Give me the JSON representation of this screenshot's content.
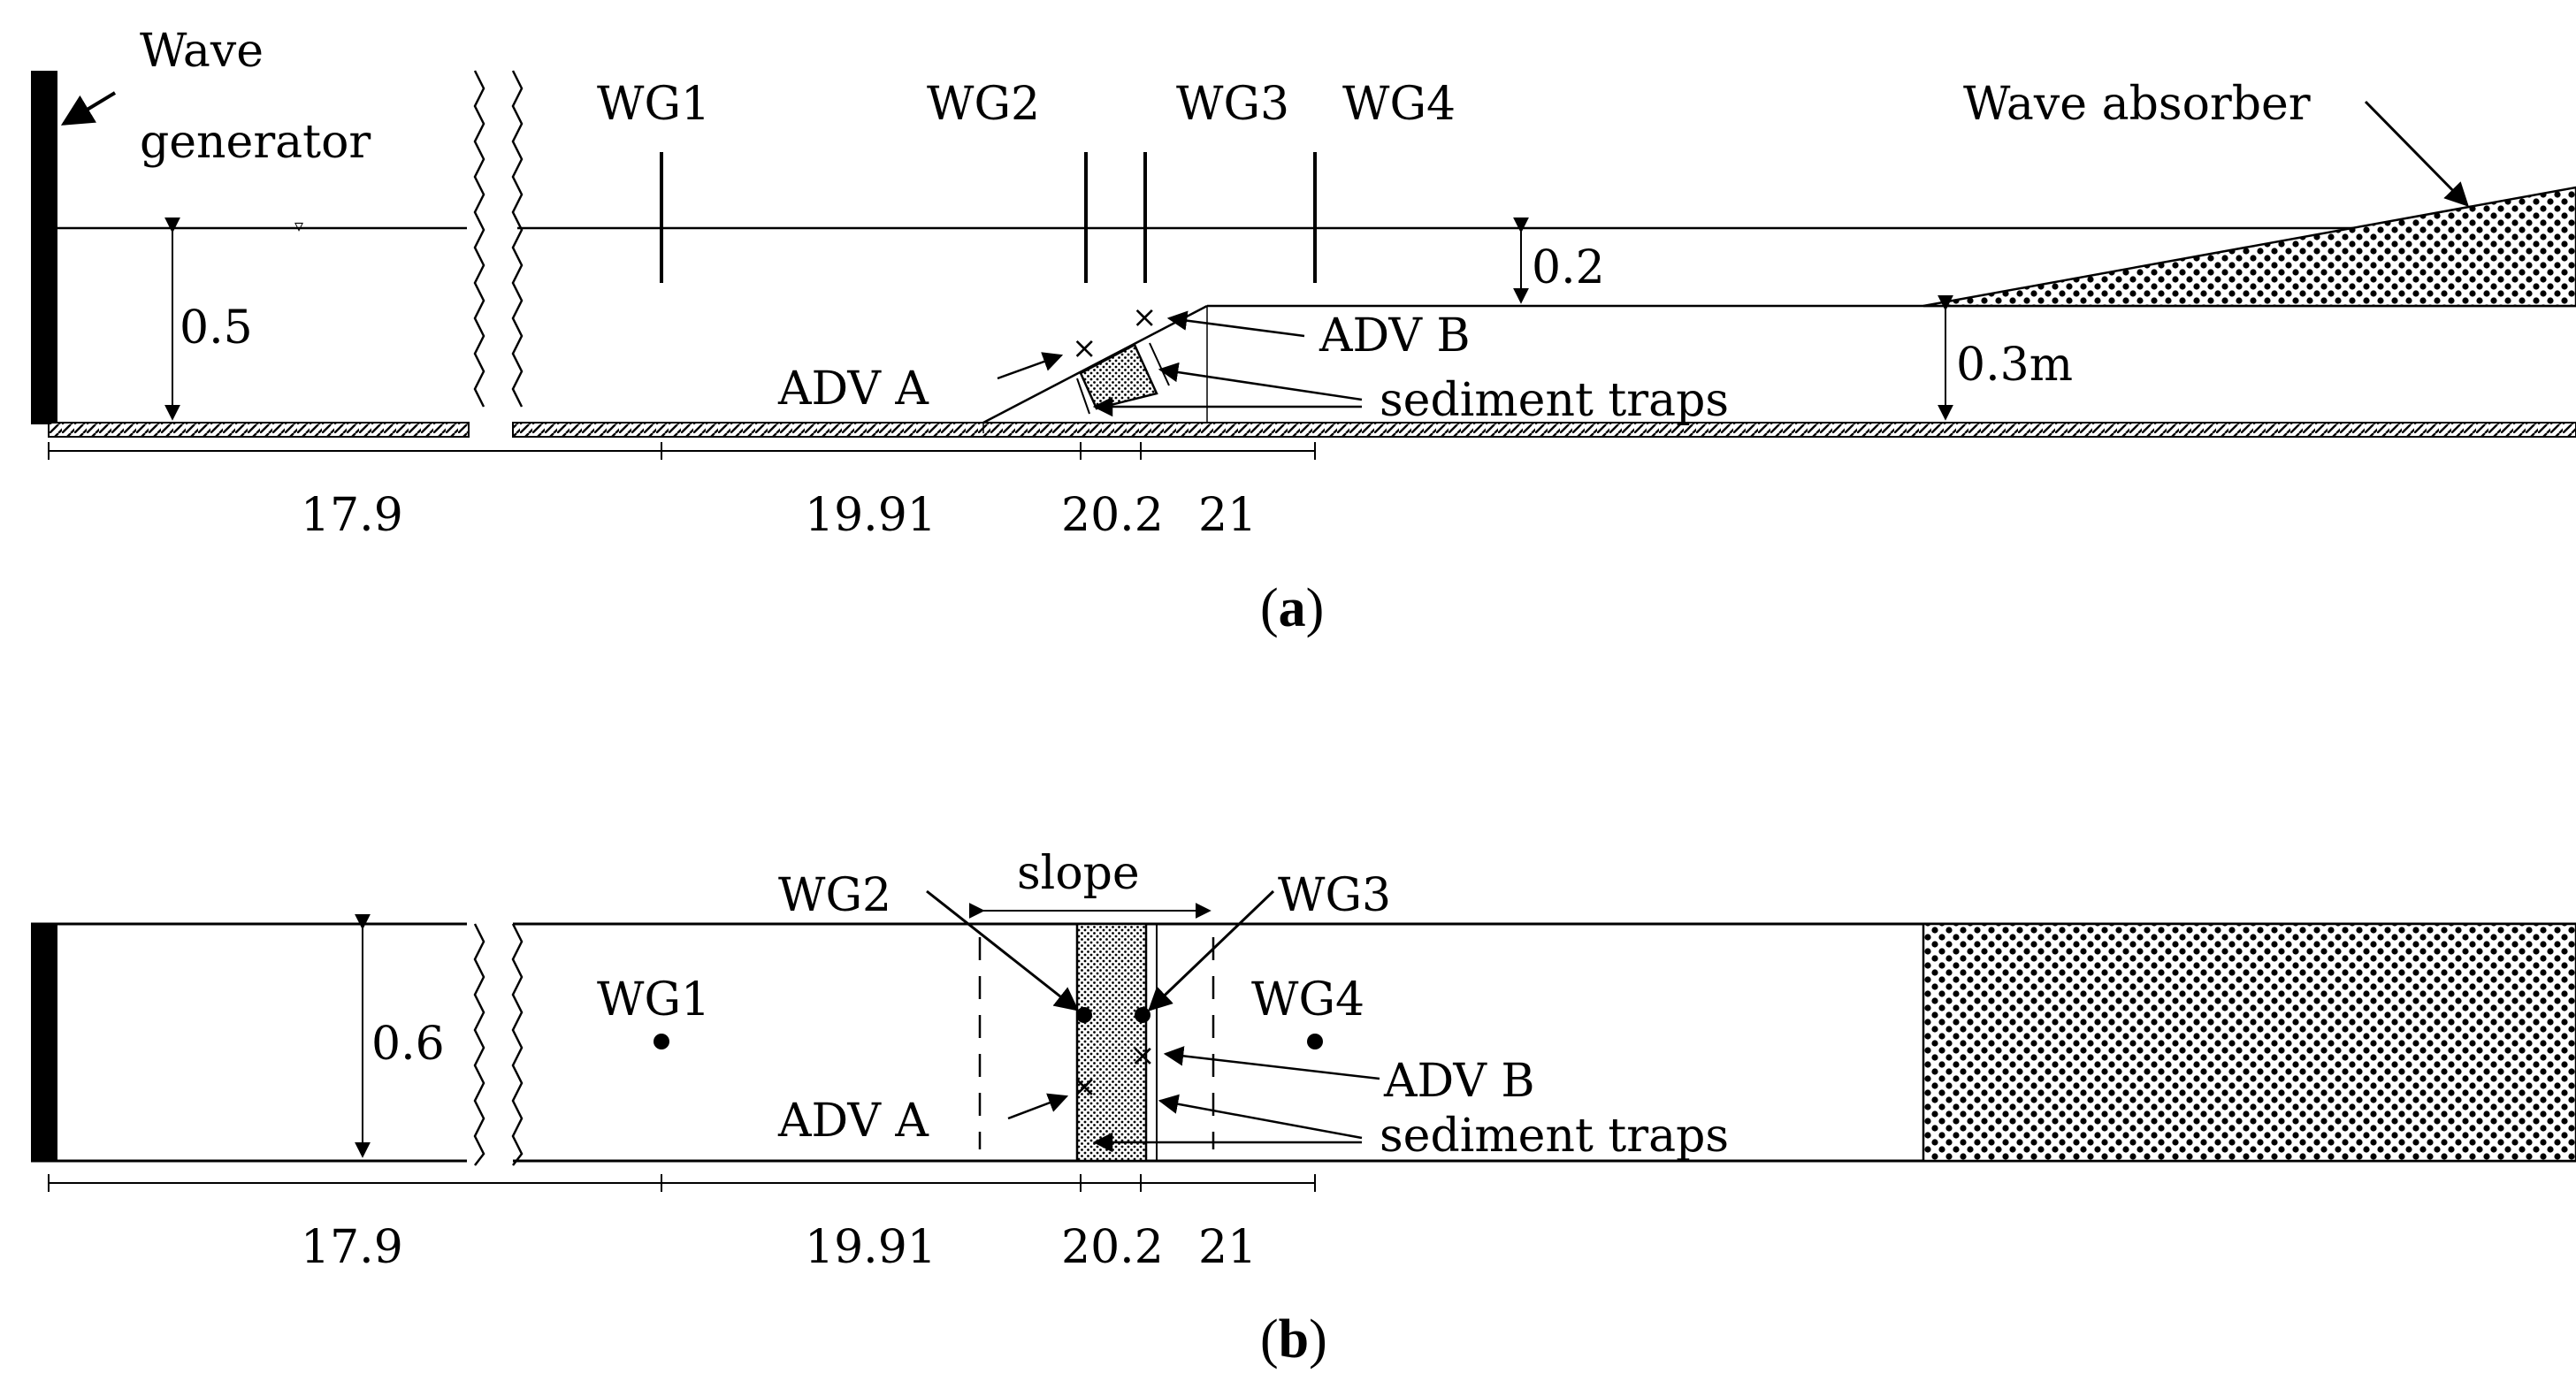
{
  "panel_a": {
    "label_open": "(",
    "label_letter": "a",
    "label_close": ")",
    "wave_generator_line1": "Wave",
    "wave_generator_line2": "generator",
    "wave_absorber": "Wave absorber",
    "water_level_symbol": "▿",
    "gauges": [
      "WG1",
      "WG2",
      "WG3",
      "WG4"
    ],
    "adv_a": "ADV A",
    "adv_b": "ADV B",
    "sediment_traps": "sediment traps",
    "depth_total": "0.5",
    "depth_shelf": "0.2",
    "shelf_height": "0.3m",
    "distances": [
      "17.9",
      "19.91",
      "20.2",
      "21"
    ]
  },
  "panel_b": {
    "label_open": "(",
    "label_letter": "b",
    "label_close": ")",
    "slope": "slope",
    "gauges": [
      "WG1",
      "WG2",
      "WG3",
      "WG4"
    ],
    "adv_a": "ADV A",
    "adv_b": "ADV B",
    "sediment_traps": "sediment traps",
    "width": "0.6",
    "distances": [
      "17.9",
      "19.91",
      "20.2",
      "21"
    ]
  },
  "colors": {
    "ink": "#000000",
    "paper": "#ffffff"
  }
}
